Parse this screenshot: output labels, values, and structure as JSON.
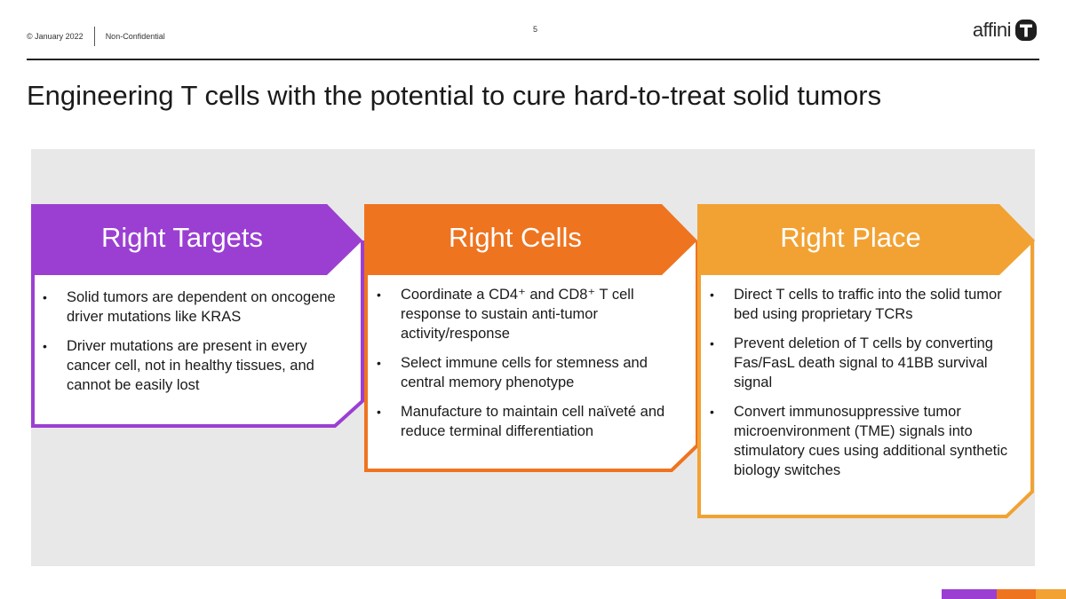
{
  "header": {
    "date": "© January 2022",
    "confidentiality": "Non-Confidential",
    "page_number": "5",
    "logo_text": "affini",
    "logo_icon": "affini-t-mark-icon"
  },
  "title": "Engineering T cells with the potential to cure hard-to-treat solid tumors",
  "columns": [
    {
      "heading": "Right Targets",
      "color": "#9b3fd2",
      "bullets": [
        "Solid tumors are dependent on oncogene driver mutations like KRAS",
        "Driver mutations are present in every cancer cell, not in healthy tissues, and cannot be easily lost"
      ]
    },
    {
      "heading": "Right Cells",
      "color": "#ee7420",
      "bullets": [
        "Coordinate a CD4⁺ and CD8⁺ T cell response to sustain anti-tumor activity/response",
        "Select immune cells for stemness and central memory phenotype",
        "Manufacture to maintain cell naïveté and reduce terminal differentiation"
      ]
    },
    {
      "heading": "Right Place",
      "color": "#f2a233",
      "bullets": [
        "Direct T cells to traffic into the solid tumor bed using proprietary TCRs",
        "Prevent deletion of T cells by converting Fas/FasL death signal to 41BB survival signal",
        "Convert immunosuppressive tumor microenvironment (TME) signals into stimulatory cues using additional synthetic biology switches"
      ]
    }
  ],
  "footer_colors": [
    "#9b3fd2",
    "#ee7420",
    "#f2a233"
  ]
}
